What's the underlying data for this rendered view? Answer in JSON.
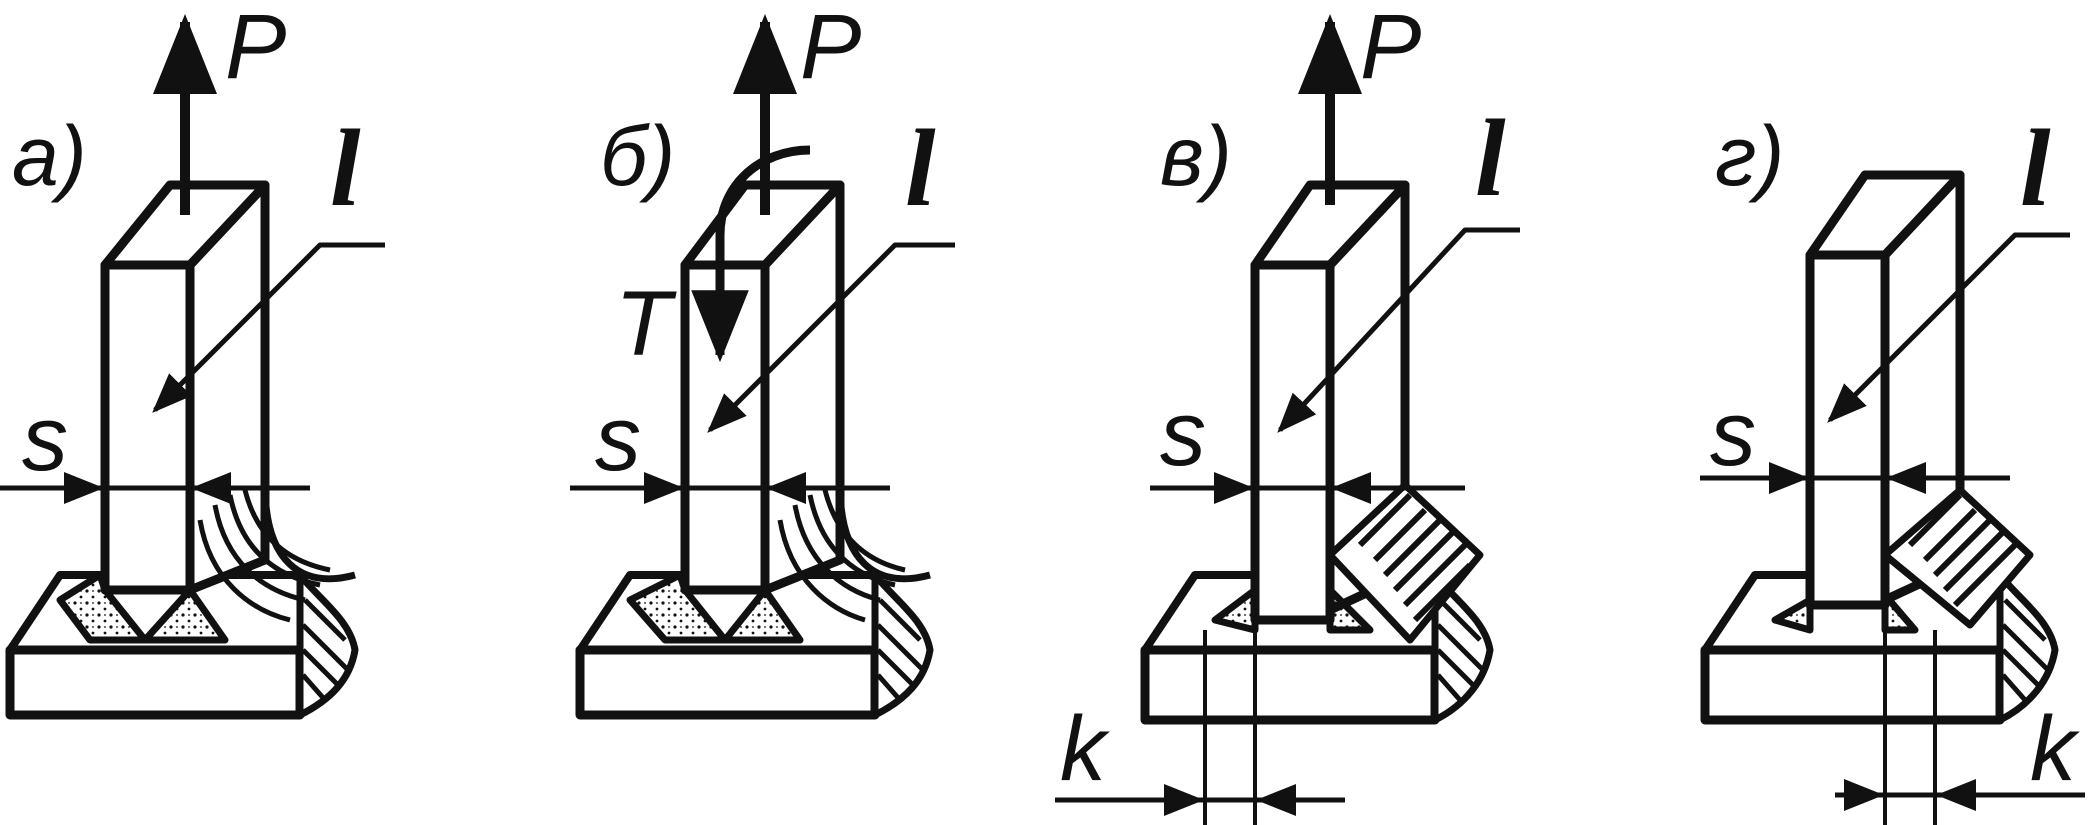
{
  "panels": [
    {
      "letter": "а)",
      "force": "P",
      "size_s": "s",
      "length": "l",
      "torque": "",
      "size_k": ""
    },
    {
      "letter": "б)",
      "force": "P",
      "size_s": "s",
      "length": "l",
      "torque": "T",
      "size_k": ""
    },
    {
      "letter": "в)",
      "force": "P",
      "size_s": "s",
      "length": "l",
      "torque": "",
      "size_k": "k"
    },
    {
      "letter": "г)",
      "force": "",
      "size_s": "s",
      "length": "l",
      "torque": "",
      "size_k": "k"
    }
  ],
  "colors": {
    "ink": "#111111",
    "paper": "#ffffff"
  }
}
